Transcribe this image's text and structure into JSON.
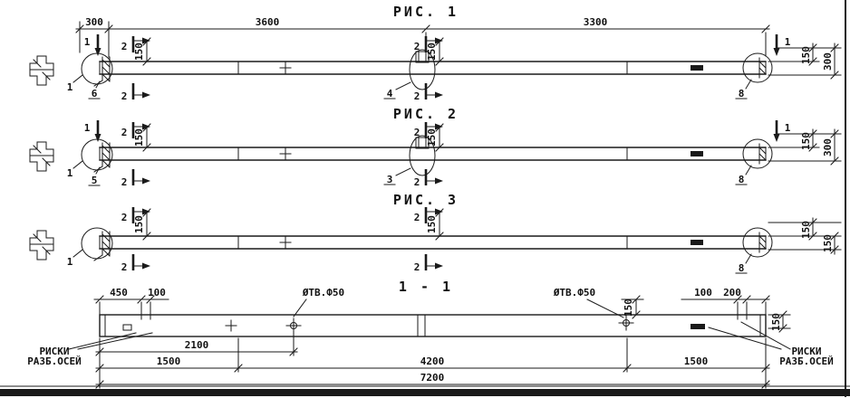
{
  "colors": {
    "ink": "#1a1a1a",
    "bg": "#ffffff"
  },
  "fig1": {
    "title": "РИС. 1",
    "dims": {
      "d300": "300",
      "d3600": "3600",
      "d3300": "3300",
      "d150_left": "150",
      "d150_mid": "150",
      "d150_right": "150",
      "d300_right": "300"
    },
    "marks": {
      "s1_left": "1",
      "s1_right": "1",
      "s2_left_top": "2",
      "s2_left_bottom": "2",
      "s2_mid_top": "2",
      "s2_mid_bottom": "2"
    },
    "callouts": {
      "c1": "1",
      "c6": "6",
      "c4": "4",
      "c8": "8"
    }
  },
  "fig2": {
    "title": "РИС. 2",
    "dims": {
      "d150_left": "150",
      "d150_mid": "150",
      "d150_right": "150",
      "d300_right": "300"
    },
    "marks": {
      "s1_left": "1",
      "s1_right": "1",
      "s2_left_top": "2",
      "s2_left_bottom": "2",
      "s2_mid_top": "2",
      "s2_mid_bottom": "2"
    },
    "callouts": {
      "c1": "1",
      "c5": "5",
      "c3": "3",
      "c8": "8"
    }
  },
  "fig3": {
    "title": "РИС. 3",
    "dims": {
      "d150_left": "150",
      "d150_mid": "150",
      "d150_right_a": "150",
      "d150_right_b": "150"
    },
    "marks": {
      "s2_left_top": "2",
      "s2_left_bottom": "2",
      "s2_mid_top": "2",
      "s2_mid_bottom": "2"
    },
    "callouts": {
      "c1": "1",
      "c8": "8"
    }
  },
  "section": {
    "title": "1 - 1",
    "dims": {
      "d450": "450",
      "d100_left": "100",
      "d100_right": "100",
      "d200_right": "200",
      "d150_hole": "150",
      "d150_end": "150",
      "d2100": "2100",
      "d1500_left": "1500",
      "d4200": "4200",
      "d1500_right": "1500",
      "d7200": "7200"
    },
    "holes": {
      "left_label": "ØТВ.Ф50",
      "right_label": "ØТВ.Ф50"
    },
    "notes": {
      "riski_left_line1": "РИСКИ",
      "riski_left_line2": "РАЗБ.ОСЕЙ",
      "riski_right_line1": "РИСКИ",
      "riski_right_line2": "РАЗБ.ОСЕЙ"
    }
  }
}
